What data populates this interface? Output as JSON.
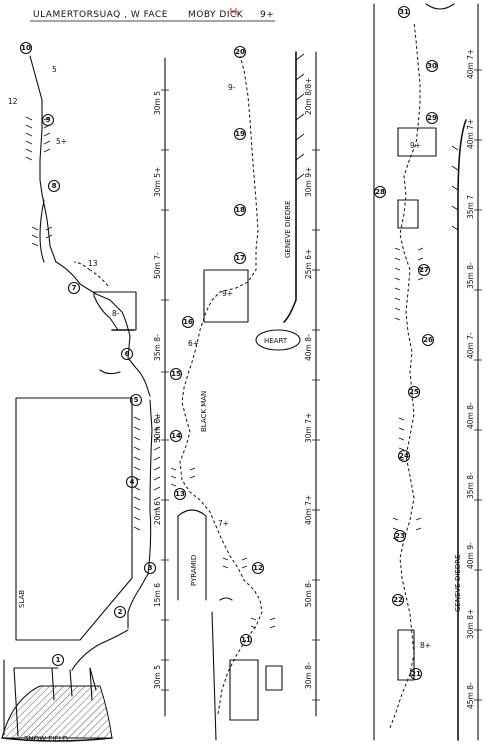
{
  "header": {
    "title": "ULAMERTORSUAQ , W FACE",
    "route": "MOBY DICK",
    "grade": "9+"
  },
  "features": {
    "snow_field": "SNOW FIELD",
    "slab": "SLAB",
    "pyramid": "PYRAMID",
    "black_man": "BLACK MAN",
    "heart": "HEART",
    "geneve_diedre_1": "GENEVE DIEDRE",
    "geneve_diedre_2": "GENEVE DIEDRE"
  },
  "belays": [
    "1",
    "2",
    "3",
    "4",
    "5",
    "6",
    "7",
    "8",
    "9",
    "10",
    "11",
    "12",
    "13",
    "14",
    "15",
    "16",
    "17",
    "18",
    "19",
    "20",
    "21",
    "22",
    "23",
    "24",
    "25",
    "26",
    "27",
    "28",
    "29",
    "30",
    "31"
  ],
  "pitches": [
    {
      "len": "30m",
      "grade": "5"
    },
    {
      "len": "15m",
      "grade": "6"
    },
    {
      "len": "20m",
      "grade": "6"
    },
    {
      "len": "50m",
      "grade": "6+"
    },
    {
      "len": "35m",
      "grade": "8-"
    },
    {
      "len": "50m",
      "grade": "7-"
    },
    {
      "len": "30m",
      "grade": "5+"
    },
    {
      "len": "30m",
      "grade": "5"
    },
    {
      "len": "30m",
      "grade": "8-"
    },
    {
      "len": "50m",
      "grade": "8-"
    },
    {
      "len": "40m",
      "grade": "7+"
    },
    {
      "len": "30m",
      "grade": "7+"
    },
    {
      "len": "40m",
      "grade": "8-"
    },
    {
      "len": "25m",
      "grade": "6+"
    },
    {
      "len": "30m",
      "grade": "9+"
    },
    {
      "len": "20m",
      "grade": "8/8+"
    },
    {
      "len": "45m",
      "grade": "8-"
    },
    {
      "len": "30m",
      "grade": "8+"
    },
    {
      "len": "40m",
      "grade": "9-"
    },
    {
      "len": "35m",
      "grade": "8-"
    },
    {
      "len": "40m",
      "grade": "8-"
    },
    {
      "len": "40m",
      "grade": "7-"
    },
    {
      "len": "35m",
      "grade": "8-"
    },
    {
      "len": "35m",
      "grade": "7"
    },
    {
      "len": "40m",
      "grade": "7+"
    },
    {
      "len": "40m",
      "grade": "7+"
    }
  ],
  "annotations": {
    "g_8a": "8-",
    "g_9a": "9+",
    "g_6p": "6+",
    "g_7p": "7+",
    "g_9p": "9+",
    "g_12": "12",
    "g_13": "13",
    "g_5": "5",
    "g_5p": "5+",
    "g_9m": "9-",
    "g_8p": "8+"
  }
}
